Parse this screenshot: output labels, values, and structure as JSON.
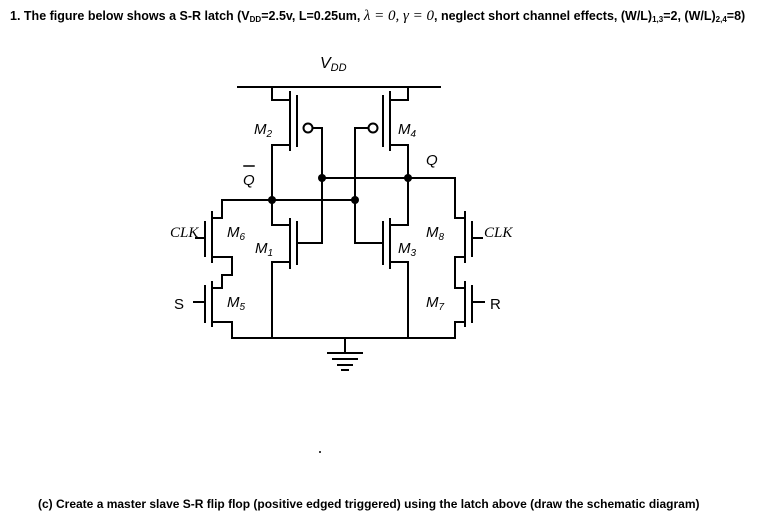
{
  "question": {
    "number": "1.",
    "text_before": "The figure below shows a S-R latch (V",
    "vdd_sub": "DD",
    "text_vdd_val": "=2.5v, L=0.25um,",
    "lambda_expr": "λ = 0, γ = 0",
    "text_after": ", neglect short channel effects, (W/L)",
    "wl1_sub": "1,3",
    "wl1_val": "=2, (W/L)",
    "wl2_sub": "2,4",
    "wl2_val": "=8)"
  },
  "schematic": {
    "vdd_label": "V",
    "vdd_sub": "DD",
    "m2": "M",
    "m2_sub": "2",
    "m4": "M",
    "m4_sub": "4",
    "m6": "M",
    "m6_sub": "6",
    "m1": "M",
    "m1_sub": "1",
    "m8": "M",
    "m8_sub": "8",
    "m3": "M",
    "m3_sub": "3",
    "m5": "M",
    "m5_sub": "5",
    "m7": "M",
    "m7_sub": "7",
    "q_label": "Q",
    "qbar_label": "Q",
    "clk_left": "CLK",
    "clk_right": "CLK",
    "s_label": "S",
    "r_label": "R"
  },
  "part_c": "(c)   Create a master slave S-R flip flop (positive edged triggered) using the latch above (draw the schematic diagram)"
}
